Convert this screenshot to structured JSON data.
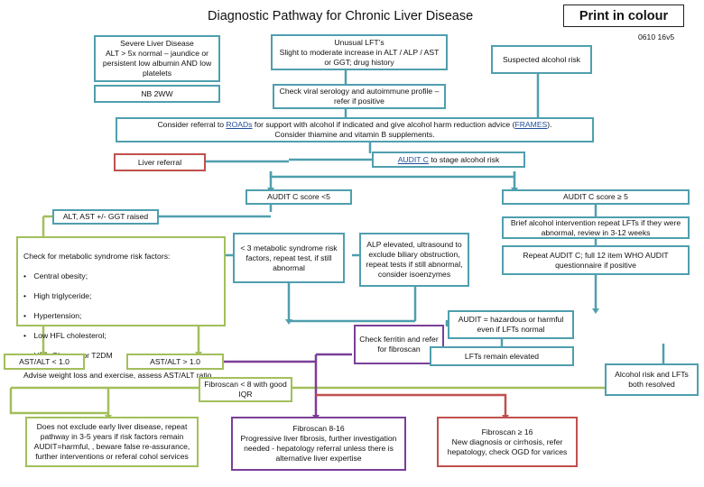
{
  "header": {
    "title": "Diagnostic Pathway for Chronic Liver Disease",
    "print_label": "Print in colour",
    "version": "0610 16v5"
  },
  "boxes": {
    "severe": "Severe Liver Disease\nALT > 5x normal – jaundice or persistent low albumin AND low platelets",
    "nb2ww": "NB 2WW",
    "unusual_lft": "Unusual LFT’s\nSlight to moderate increase in ALT / ALP / AST or GGT; drug history",
    "suspected_alcohol": "Suspected alcohol risk",
    "viral_serology": "Check viral serology and autoimmune profile – refer if positive",
    "consider_referral": {
      "part1": "Consider referral to ",
      "roads": "ROADs",
      "part2": " for support with alcohol if indicated and give alcohol harm reduction advice (",
      "frames": "FRAMES",
      "part3": ").\nConsider thiamine and vitamin B supplements."
    },
    "liver_referral": "Liver referral",
    "audit_c_stage": {
      "link": "AUDIT C",
      "rest": " to stage alcohol risk"
    },
    "audit_lt5": "AUDIT C score <5",
    "audit_ge5": "AUDIT C score ≥ 5",
    "alt_ast_ggt": "ALT, AST +/- GGT raised",
    "brief_intervention": "Brief alcohol intervention repeat LFTs if they were abnormal, review in 3-12 weeks",
    "metabolic": {
      "intro": "Check for metabolic syndrome risk factors:",
      "items": [
        "Central obesity;",
        "High triglyceride;",
        "Hypertension;",
        "Low HFL cholesterol;",
        "High Glucose or T2DM"
      ],
      "outro": "Advise weight loss and exercise, assess AST/ALT ratio"
    },
    "lt3_metabolic": "< 3 metabolic syndrome risk factors, repeat test, if still abnormal",
    "alp_elevated": "ALP elevated, ultrasound to exclude biliary obstruction, repeat tests if still abnormal, consider isoenzymes",
    "repeat_audit": "Repeat AUDIT C; full 12 item WHO AUDIT questionnaire if positive",
    "audit_hazardous": "AUDIT = hazardous or harmful even if LFTs normal",
    "ferritin": "Check ferritin and refer for fibroscan",
    "lfts_elevated": "LFTs remain elevated",
    "alt_lt1": "AST/ALT < 1.0",
    "alt_gt1": "AST/ALT > 1.0",
    "alcohol_lfts": "Alcohol risk and LFTs both resolved",
    "fibroscan_lt8": "Fibroscan < 8 with good IQR",
    "not_exclude": "Does not exclude early liver disease, repeat pathway in 3-5 years if risk factors remain AUDIT=harmful, , beware false re-assurance, further interventions or referal cohol services",
    "fibroscan_8_16": "Fibroscan 8-16\nProgressive liver fibrosis, further investigation needed - hepatology referral unless there is alternative liver expertise",
    "fibroscan_ge16": "Fibroscan ≥ 16\nNew diagnosis or cirrhosis, refer hepatology, check OGD for varices"
  },
  "colors": {
    "teal": "#4f9fae",
    "green": "#a3bf5a",
    "purple": "#7b3f98",
    "red": "#c0504d",
    "link": "#1f4e99"
  }
}
